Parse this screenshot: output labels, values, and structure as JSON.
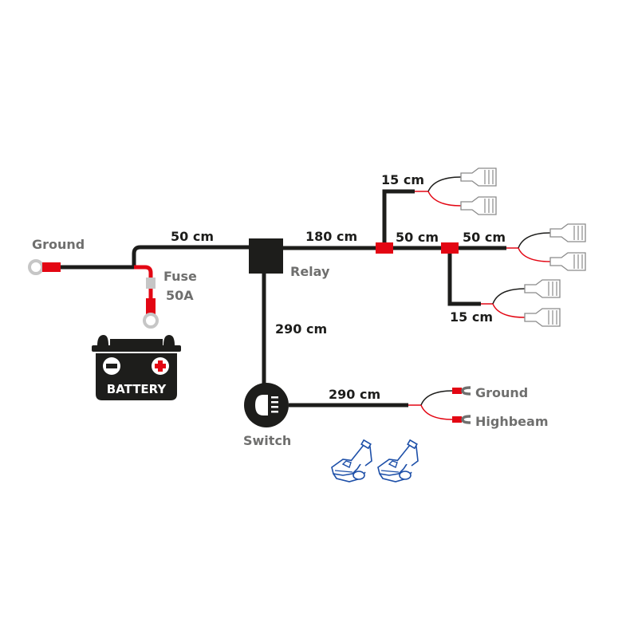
{
  "title": "Wiring harness diagram",
  "colors": {
    "wire_black": "#1d1d1b",
    "wire_red": "#e30613",
    "fuse_gray": "#c6c6c6",
    "label_gray": "#6f6f6e",
    "connector_outline": "#8a8a8a",
    "splice_blue": "#1d4fa8"
  },
  "labels": {
    "ground_left": "Ground",
    "fuse": "Fuse",
    "fuse_rating": "50A",
    "battery": "BATTERY",
    "relay": "Relay",
    "switch": "Switch",
    "ground_right": "Ground",
    "highbeam": "Highbeam"
  },
  "lengths": {
    "ground_to_relay": "50 cm",
    "relay_to_first_splice": "180 cm",
    "top_branch": "15 cm",
    "between_splices": "50 cm",
    "end_branch": "50 cm",
    "bottom_branch": "15 cm",
    "relay_to_switch": "290 cm",
    "switch_to_outputs": "290 cm"
  },
  "icons": {
    "battery": "battery-icon",
    "relay": "relay-icon",
    "switch": "highbeam-switch-icon",
    "ring_terminal": "ring-terminal-icon",
    "spade_connector": "spade-connector-icon",
    "fork_terminal": "fork-terminal-icon",
    "splice_connector": "scotch-lock-splice-icon"
  }
}
